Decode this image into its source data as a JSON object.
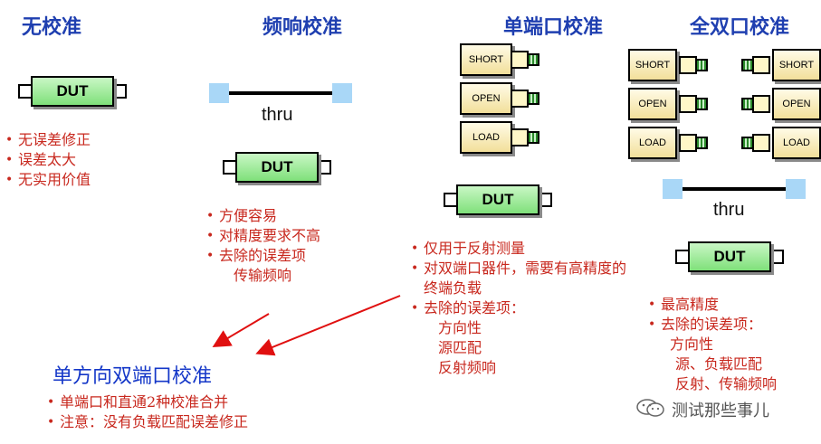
{
  "sections": {
    "none": {
      "title": "无校准",
      "dut": "DUT",
      "bullets": [
        "无误差修正",
        "误差太大",
        "无实用价值"
      ]
    },
    "response": {
      "title": "频响校准",
      "thru": "thru",
      "dut": "DUT",
      "bullets": [
        "方便容易",
        "对精度要求不高",
        "去除的误差项"
      ],
      "sub": [
        "传输频响"
      ]
    },
    "one_port": {
      "title": "单端口校准",
      "standards": [
        "SHORT",
        "OPEN",
        "LOAD"
      ],
      "dut": "DUT",
      "bullets": [
        "仅用于反射测量",
        "对双端口器件，需要有高精度的终端负载",
        "去除的误差项："
      ],
      "sub": [
        "方向性",
        "源匹配",
        "反射频响"
      ]
    },
    "full_two_port": {
      "title": "全双口校准",
      "standards_left": [
        "SHORT",
        "OPEN",
        "LOAD"
      ],
      "standards_right": [
        "SHORT",
        "OPEN",
        "LOAD"
      ],
      "thru": "thru",
      "dut": "DUT",
      "bullets": [
        "最高精度",
        "去除的误差项："
      ],
      "sub": [
        "方向性",
        "源、负载匹配",
        "反射、传输频响"
      ]
    },
    "enhanced": {
      "title": "单方向双端口校准",
      "bullets": [
        "单端口和直通2种校准合并",
        "注意：没有负载匹配误差修正"
      ]
    }
  },
  "watermark": "测试那些事儿",
  "colors": {
    "title": "#1f3fb0",
    "bullet": "#c8281e",
    "dut_green": "#7fe07a",
    "thru_pad": "#a9d7f7",
    "arrow": "#e01010"
  }
}
